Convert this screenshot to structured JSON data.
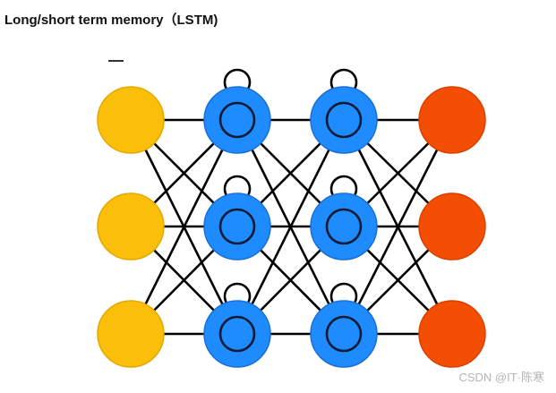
{
  "title": "Long/short term memory（LSTM)",
  "watermark": "CSDN @IT·陈寒",
  "colors": {
    "input": "#fbbf0a",
    "input_stroke": "#e3a900",
    "hidden": "#1e8bff",
    "hidden_stroke": "#1a70d4",
    "output": "#f44d04",
    "output_stroke": "#d84300",
    "edge": "#000000"
  },
  "network": {
    "layers": [
      {
        "role": "input",
        "nodes": 3,
        "memory_cell": false
      },
      {
        "role": "hidden",
        "nodes": 3,
        "memory_cell": true
      },
      {
        "role": "hidden",
        "nodes": 3,
        "memory_cell": true
      },
      {
        "role": "output",
        "nodes": 3,
        "memory_cell": false
      }
    ],
    "connection": "fully-connected",
    "recurrent_loops": true
  }
}
